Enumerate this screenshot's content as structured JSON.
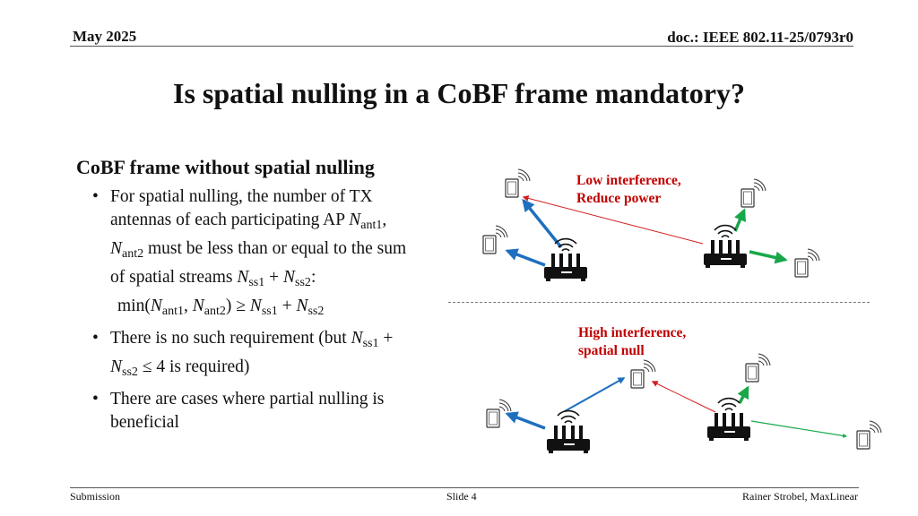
{
  "header": {
    "date": "May 2025",
    "doc": "doc.: IEEE 802.11-25/0793r0"
  },
  "title": "Is spatial nulling in a CoBF frame mandatory?",
  "subtitle": "CoBF frame without spatial nulling",
  "bullets": {
    "b1": {
      "l1": "For spatial nulling, the number of TX",
      "l2a": "antennas of each participating AP ",
      "n_ant1_main": "N",
      "n_ant1_sub": "ant1",
      "l2b": ",",
      "n_ant2_main": "N",
      "n_ant2_sub": "ant2",
      "l3b": " must be less than or equal to the sum",
      "l4a": "of spatial streams ",
      "nss1_main": "N",
      "nss1_sub": "ss1",
      "plus1": " + ",
      "nss2_main": "N",
      "nss2_sub": "ss2",
      "l4b": ":",
      "f_min": "min(",
      "f_n1": "N",
      "f_n1_sub": "ant1",
      "f_comma": ", ",
      "f_n2": "N",
      "f_n2_sub": "ant2",
      "f_close": ") ≥ ",
      "f_n3": "N",
      "f_n3_sub": "ss1",
      "f_plus": " + ",
      "f_n4": "N",
      "f_n4_sub": "ss2"
    },
    "b2": {
      "l1a": "There is no such requirement (but ",
      "n1": "N",
      "n1_sub": "ss1",
      "plus": " +",
      "n2": "N",
      "n2_sub": "ss2",
      "l2b": " ≤ 4 is required)"
    },
    "b3": {
      "text": "There are cases where partial nulling is beneficial"
    },
    "bullet_glyph": "•"
  },
  "diagram": {
    "top_note": [
      "Low interference,",
      "Reduce power"
    ],
    "bottom_note": [
      "High interference,",
      "spatial null"
    ],
    "colors": {
      "blue_beam": "#1f6fbf",
      "green_beam": "#18a84a",
      "red_interference": "#d21f1f",
      "note_red": "#c00000"
    },
    "icons": [
      "router-icon",
      "phone-icon",
      "wifi-icon"
    ]
  },
  "footer": {
    "left": "Submission",
    "center": "Slide 4",
    "right": "Rainer Strobel, MaxLinear"
  }
}
